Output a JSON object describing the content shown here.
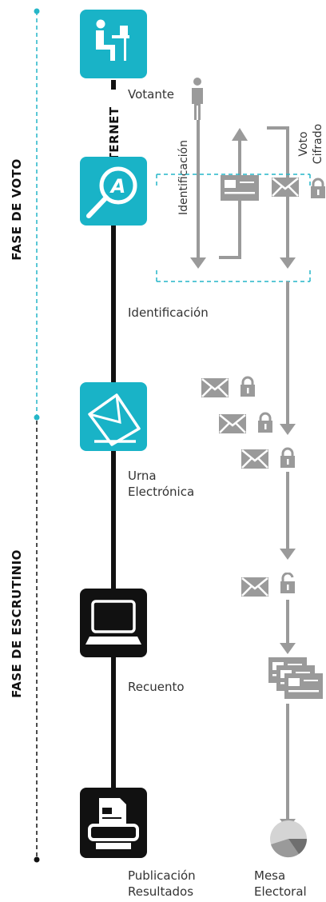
{
  "phases": {
    "voto": "FASE DE VOTO",
    "escrutinio": "FASE DE ESCRUTINIO"
  },
  "channel": "INTERNET",
  "stages": {
    "votante": "Votante",
    "identificacion": "Identificación",
    "urna_line1": "Urna",
    "urna_line2": "Electrónica",
    "recuento": "Recuento",
    "publicacion_line1": "Publicación",
    "publicacion_line2": "Resultados"
  },
  "flow": {
    "identificacion_arrow": "Identificación",
    "voto_line1": "Voto",
    "voto_line2": "Cifrado",
    "mesa_line1": "Mesa",
    "mesa_line2": "Electoral"
  },
  "colors": {
    "accent": "#19b3c7",
    "dark": "#111111",
    "gray": "#9a9a9a",
    "dashed": "#25b6c8"
  },
  "icons": [
    "person-at-desk-icon",
    "search-identity-icon",
    "ballot-box-icon",
    "computer-icon",
    "printer-icon",
    "person-icon",
    "id-card-icon",
    "envelope-icon",
    "lock-icon",
    "unlocked-icon",
    "documents-icon",
    "pie-chart-icon"
  ]
}
